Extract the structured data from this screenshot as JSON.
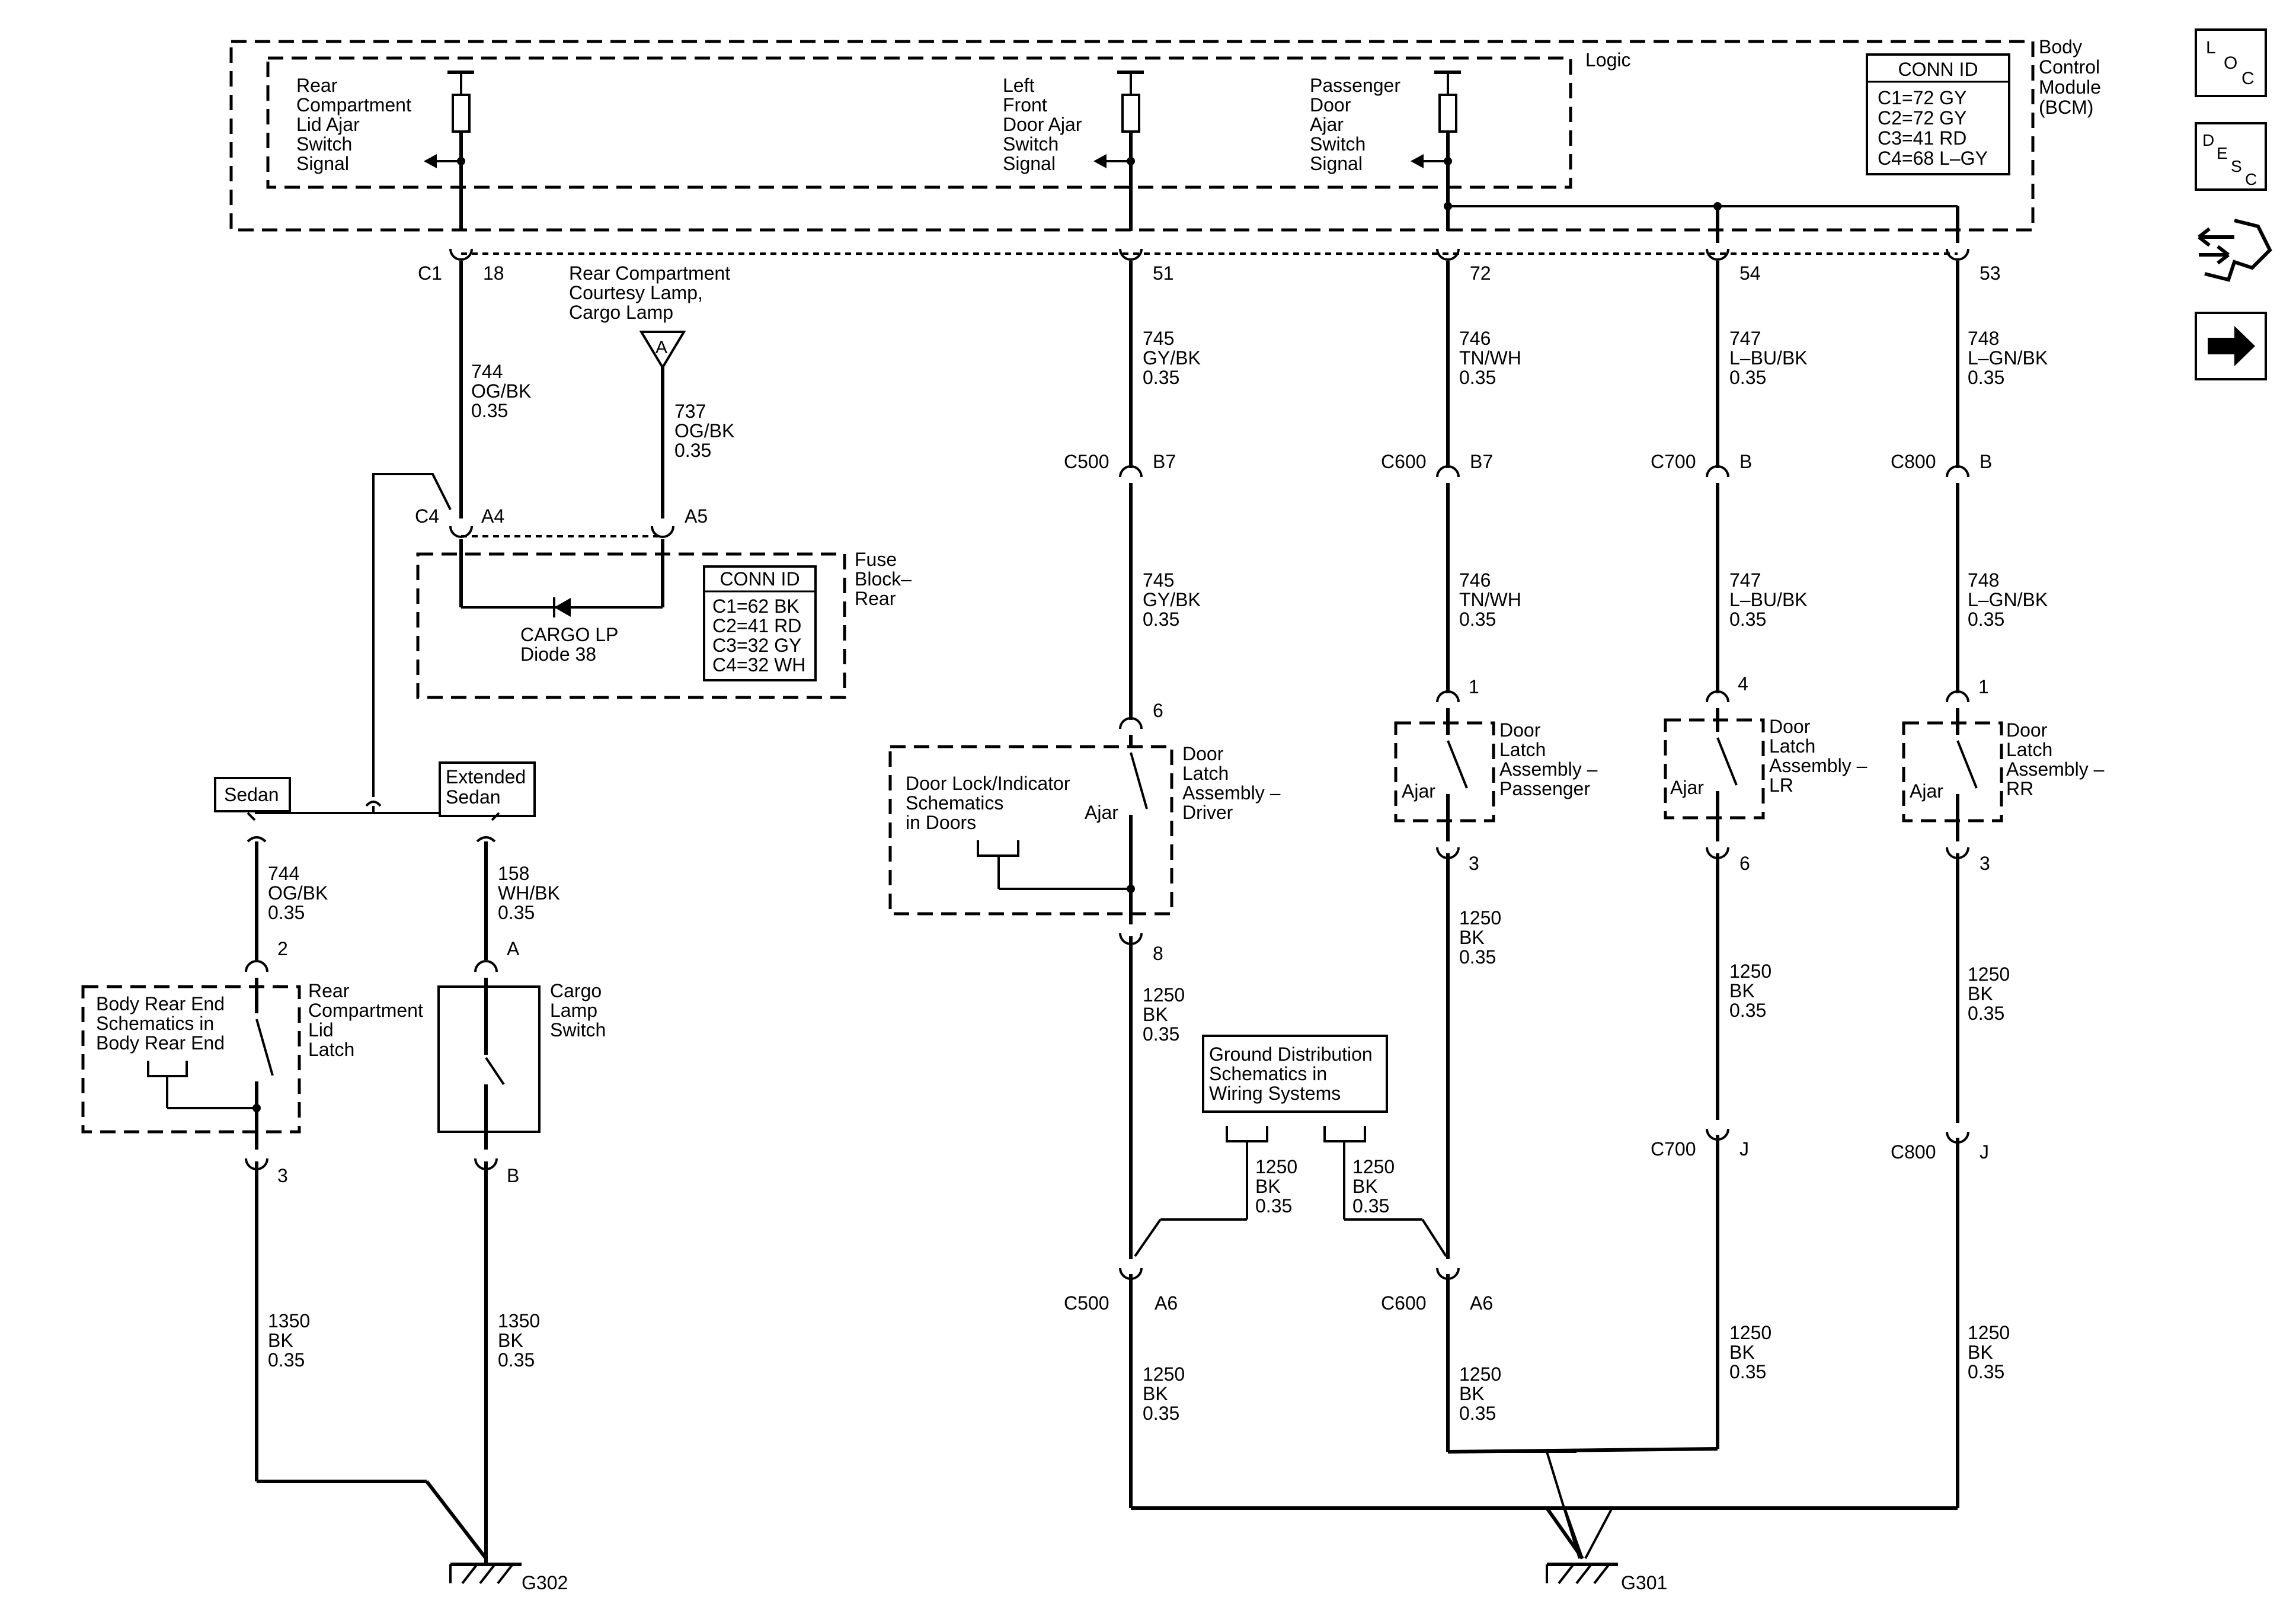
{
  "bcm": {
    "name_lines": [
      "Body",
      "Control",
      "Module",
      "(BCM)"
    ],
    "logic_label": "Logic",
    "conn_id_title": "CONN ID",
    "conn_id": [
      "C1=72 GY",
      "C2=72 GY",
      "C3=41 RD",
      "C4=68 L–GY"
    ],
    "signals": {
      "rear_lid": [
        "Rear",
        "Compartment",
        "Lid Ajar",
        "Switch",
        "Signal"
      ],
      "left_front": [
        "Left",
        "Front",
        "Door Ajar",
        "Switch",
        "Signal"
      ],
      "passenger": [
        "Passenger",
        "Door",
        "Ajar",
        "Switch",
        "Signal"
      ]
    }
  },
  "nav_icons": [
    "loc-icon",
    "desc-icon",
    "connector-icon",
    "next-arrow-icon"
  ],
  "nav": {
    "loc": [
      "L",
      "O",
      "C"
    ],
    "desc": [
      "D",
      "E",
      "S",
      "C"
    ]
  },
  "pins": {
    "c1": "C1",
    "p18": "18",
    "p51": "51",
    "p72": "72",
    "p54": "54",
    "p53": "53",
    "c500": "C500",
    "b7a": "B7",
    "c600": "C600",
    "b7b": "B7",
    "c700": "C700",
    "b_700": "B",
    "c800": "C800",
    "b_800": "B",
    "c4": "C4",
    "a4": "A4",
    "a5": "A5",
    "p6": "6",
    "p1a": "1",
    "p4": "4",
    "p1b": "1",
    "p8": "8",
    "p3a": "3",
    "p6b": "6",
    "p3b": "3",
    "c700j": "C700",
    "j700": "J",
    "c800j": "C800",
    "j800": "J",
    "c500a6": "C500",
    "a6a": "A6",
    "c600a6": "C600",
    "a6b": "A6",
    "p2": "2",
    "pA": "A",
    "p3c": "3",
    "pB": "B"
  },
  "wires": {
    "w744_top": [
      "744",
      "OG/BK",
      "0.35"
    ],
    "w737": [
      "737",
      "OG/BK",
      "0.35"
    ],
    "w745_top": [
      "745",
      "GY/BK",
      "0.35"
    ],
    "w746_top": [
      "746",
      "TN/WH",
      "0.35"
    ],
    "w747_top": [
      "747",
      "L–BU/BK",
      "0.35"
    ],
    "w748_top": [
      "748",
      "L–GN/BK",
      "0.35"
    ],
    "w745_mid": [
      "745",
      "GY/BK",
      "0.35"
    ],
    "w746_mid": [
      "746",
      "TN/WH",
      "0.35"
    ],
    "w747_mid": [
      "747",
      "L–BU/BK",
      "0.35"
    ],
    "w748_mid": [
      "748",
      "L–GN/BK",
      "0.35"
    ],
    "w744_low": [
      "744",
      "OG/BK",
      "0.35"
    ],
    "w158": [
      "158",
      "WH/BK",
      "0.35"
    ],
    "w1250_drv": [
      "1250",
      "BK",
      "0.35"
    ],
    "w1250_pass": [
      "1250",
      "BK",
      "0.35"
    ],
    "w1250_lr": [
      "1250",
      "BK",
      "0.35"
    ],
    "w1250_rr": [
      "1250",
      "BK",
      "0.35"
    ],
    "w1250_gd1": [
      "1250",
      "BK",
      "0.35"
    ],
    "w1250_gd2": [
      "1250",
      "BK",
      "0.35"
    ],
    "w1350_a": [
      "1350",
      "BK",
      "0.35"
    ],
    "w1350_b": [
      "1350",
      "BK",
      "0.35"
    ],
    "w1250_c500": [
      "1250",
      "BK",
      "0.35"
    ],
    "w1250_c600": [
      "1250",
      "BK",
      "0.35"
    ],
    "w1250_lr2": [
      "1250",
      "BK",
      "0.35"
    ],
    "w1250_rr2": [
      "1250",
      "BK",
      "0.35"
    ]
  },
  "lamp": [
    "Rear Compartment",
    "Courtesy Lamp,",
    "Cargo Lamp"
  ],
  "lamp_ref": "A",
  "fuse_block": {
    "name_lines": [
      "Fuse",
      "Block–",
      "Rear"
    ],
    "diode": [
      "CARGO LP",
      "Diode 38"
    ],
    "conn_id_title": "CONN ID",
    "conn_id": [
      "C1=62 BK",
      "C2=41 RD",
      "C3=32 GY",
      "C4=32 WH"
    ]
  },
  "options": {
    "sedan": "Sedan",
    "extended": [
      "Extended",
      "Sedan"
    ]
  },
  "components": {
    "rear_latch": [
      "Rear",
      "Compartment",
      "Lid",
      "Latch"
    ],
    "body_rear_ref": [
      "Body Rear End",
      "Schematics in",
      "Body Rear End"
    ],
    "cargo_switch": [
      "Cargo",
      "Lamp",
      "Switch"
    ],
    "door_lock_ref": [
      "Door Lock/Indicator",
      "Schematics",
      "in Doors"
    ],
    "driver_latch": [
      "Door",
      "Latch",
      "Assembly –",
      "Driver"
    ],
    "pass_latch": [
      "Door",
      "Latch",
      "Assembly –",
      "Passenger"
    ],
    "lr_latch": [
      "Door",
      "Latch",
      "Assembly –",
      "LR"
    ],
    "rr_latch": [
      "Door",
      "Latch",
      "Assembly –",
      "RR"
    ],
    "ajar": "Ajar",
    "ground_ref": [
      "Ground Distribution",
      "Schematics in",
      "Wiring Systems"
    ]
  },
  "grounds": {
    "g302": "G302",
    "g301": "G301"
  }
}
